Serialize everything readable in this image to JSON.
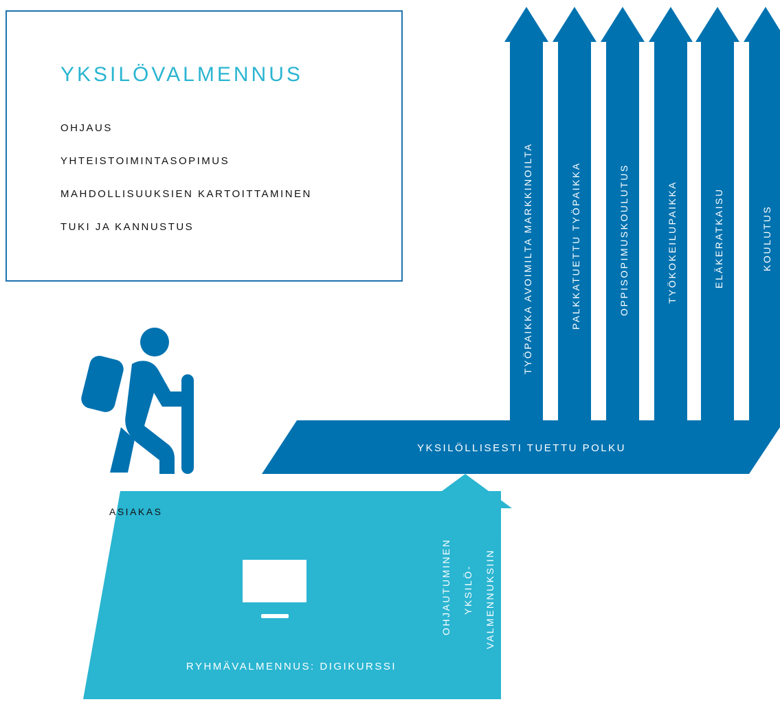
{
  "colors": {
    "dark_blue": "#0072b0",
    "light_blue": "#2ab5d1",
    "border": "#1e73ad"
  },
  "info_box": {
    "title": "YKSILÖVALMENNUS",
    "items": [
      "OHJAUS",
      "YHTEISTOIMINTASOPIMUS",
      "MAHDOLLISUUKSIEN KARTOITTAMINEN",
      "TUKI JA KANNUSTUS"
    ]
  },
  "client": {
    "icon": "hiker-icon",
    "label": "ASIAKAS"
  },
  "laptop": {
    "icon": "laptop-icon"
  },
  "group_path": {
    "label": "RYHMÄVALMENNUS: DIGIKURSSI",
    "arrow_lines": [
      "OHJAUTUMINEN",
      "YKSILÖ-",
      "VALMENNUKSIIN"
    ]
  },
  "individual_path": {
    "label": "YKSILÖLLISESTI TUETTU POLKU",
    "outcomes": [
      "TYÖPAIKKA AVOIMILTA MARKKINOILTA",
      "PALKKATUETTU TYÖPAIKKA",
      "OPPISOPIMUSKOULUTUS",
      "TYÖKOKEILUPAIKKA",
      "ELÄKERATKAISU",
      "KOULUTUS"
    ]
  }
}
